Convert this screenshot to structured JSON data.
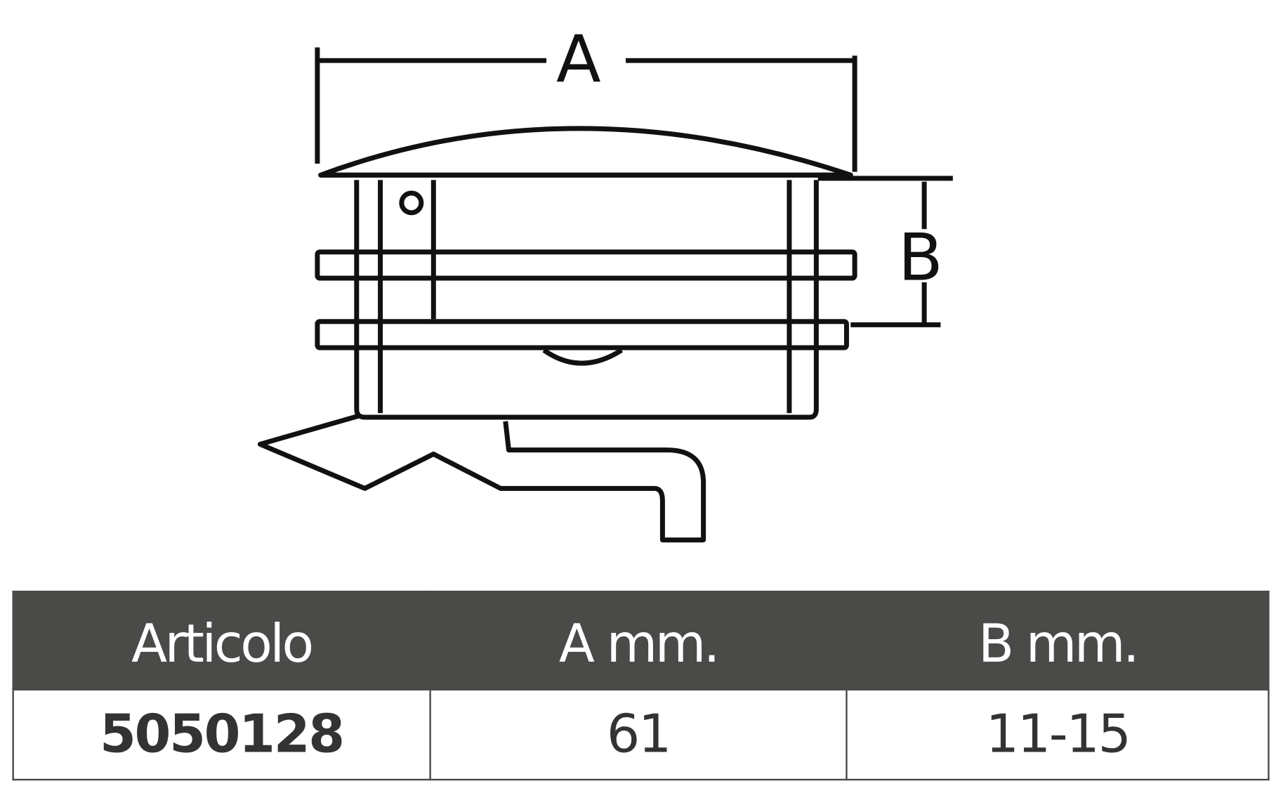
{
  "diagram": {
    "dimension_a": "A",
    "dimension_b": "B"
  },
  "table": {
    "headers": [
      "Articolo",
      "A mm.",
      "B mm."
    ],
    "rows": [
      {
        "articolo": "5050128",
        "a": "61",
        "b": "11-15"
      }
    ]
  }
}
